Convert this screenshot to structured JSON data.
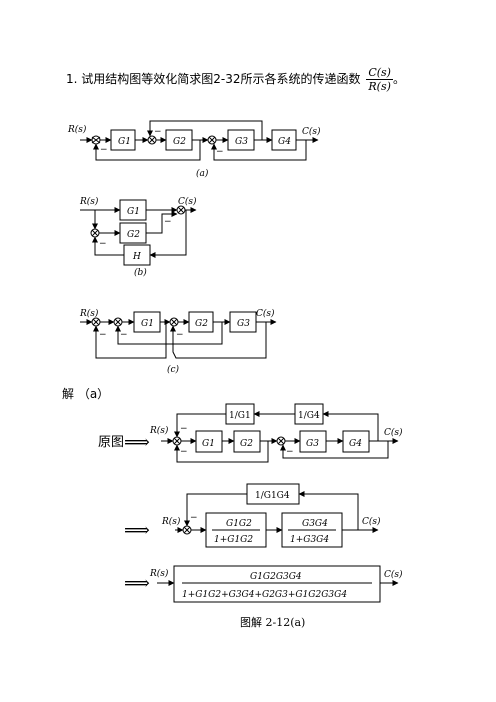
{
  "question": {
    "prefix": "1. 试用结构图等效化简求图2-32所示各系统的传递函数",
    "frac_num": "C(s)",
    "frac_den": "R(s)",
    "suffix": "。"
  },
  "io": {
    "input": "R(s)",
    "output": "C(s)"
  },
  "blocks": {
    "G1": "G1",
    "G2": "G2",
    "G3": "G3",
    "G4": "G4",
    "H": "H",
    "inv_G1": "1/G1",
    "inv_G4": "1/G4",
    "inv_G1G4": "1/G1G4",
    "g12_num": "G1G2",
    "g12_den": "1+G1G2",
    "g34_num": "G3G4",
    "g34_den": "1+G3G4",
    "total_num": "G1G2G3G4",
    "total_den": "1+G1G2+G3G4+G2G3+G1G2G3G4"
  },
  "captions": {
    "a": "(a)",
    "b": "(b)",
    "c": "(c)",
    "fig": "图解 2-12(a)"
  },
  "signs": {
    "minus": "−"
  },
  "solution": {
    "label": "解 （a）",
    "original": "原图",
    "arrow": "⟹"
  }
}
